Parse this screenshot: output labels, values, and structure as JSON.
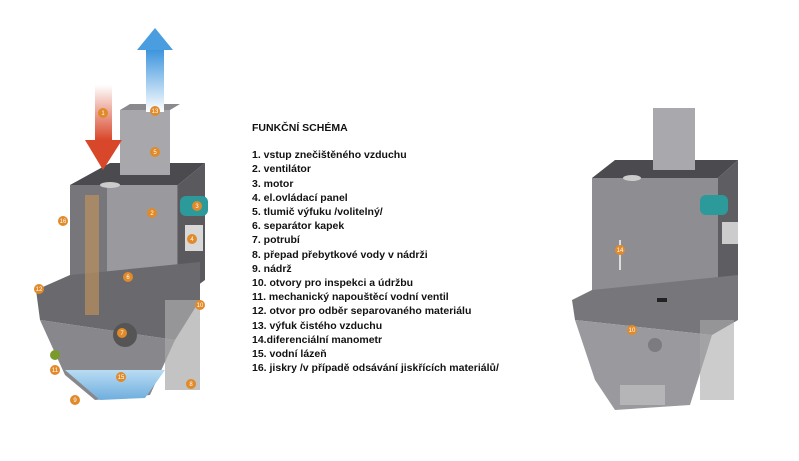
{
  "title": "FUNKČNÍ SCHÉMA",
  "items": [
    "1. vstup znečištěného vzduchu",
    "2. ventilátor",
    "3. motor",
    "4. el.ovládací panel",
    "5. tlumič výfuku /volitelný/",
    "6. separátor kapek",
    "7. potrubí",
    "8. přepad přebytkové vody v nádrži",
    "9. nádrž",
    "10. otvory pro inspekci a údržbu",
    "11. mechanický napouštěcí vodní ventil",
    "12. otvor pro odběr separovaného materiálu",
    "13. výfuk čistého vzduchu",
    "14.diferenciální manometr",
    "15. vodní lázeň",
    "16. jiskry /v případě odsávání jiskřících materiálů/"
  ],
  "markers_left": [
    "1",
    "13",
    "5",
    "2",
    "3",
    "4",
    "16",
    "6",
    "12",
    "10",
    "7",
    "11",
    "15",
    "9",
    "8"
  ],
  "markers_right": [
    "14",
    "10"
  ],
  "colors": {
    "marker": "#e08a2a",
    "body": "#6f6f73",
    "inlet": "#d9472b",
    "outlet": "#4a9ee0",
    "water": "#8ec3ea",
    "motor": "#2c9a9a"
  }
}
